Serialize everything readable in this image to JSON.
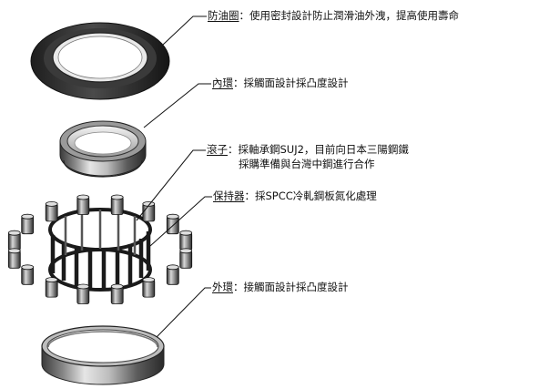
{
  "parts": [
    {
      "id": "seal",
      "name": "防油圈",
      "desc": [
        "：使用密封設計防止潤滑油外洩，提高使用壽命"
      ]
    },
    {
      "id": "inner-ring",
      "name": "內環",
      "desc": [
        "：採觸面設計採凸度設計"
      ]
    },
    {
      "id": "roller",
      "name": "滾子",
      "desc": [
        "：採軸承鋼SUJ2，目前向日本三陽鋼鐵",
        "採購準備與台灣中鋼進行合作"
      ]
    },
    {
      "id": "cage",
      "name": "保持器",
      "desc": [
        "：採SPCC冷軋鋼板氮化處理"
      ]
    },
    {
      "id": "outer-ring",
      "name": "外環",
      "desc": [
        "：接觸面設計採凸度設計"
      ]
    }
  ],
  "colors": {
    "ink": "#111111",
    "dark_metal": "#2a2a2a",
    "mid_metal": "#6e6e6e",
    "light_metal": "#c8c8c8",
    "highlight": "#ececec"
  }
}
